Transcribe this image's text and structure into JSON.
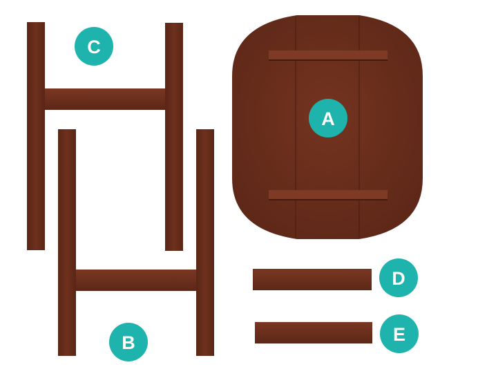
{
  "colors": {
    "wood": "#6b2e1b",
    "wood_dark": "#4f1f12",
    "wood_light": "#86412b",
    "label_bg": "#1fb3ad",
    "label_text": "#ffffff",
    "background": "#ffffff"
  },
  "parts": [
    {
      "id": "A",
      "label": "A",
      "name": "tabletop"
    },
    {
      "id": "B",
      "label": "B",
      "name": "front-leg-frame"
    },
    {
      "id": "C",
      "label": "C",
      "name": "back-leg-frame"
    },
    {
      "id": "D",
      "label": "D",
      "name": "crossbar"
    },
    {
      "id": "E",
      "label": "E",
      "name": "crossbar"
    }
  ]
}
